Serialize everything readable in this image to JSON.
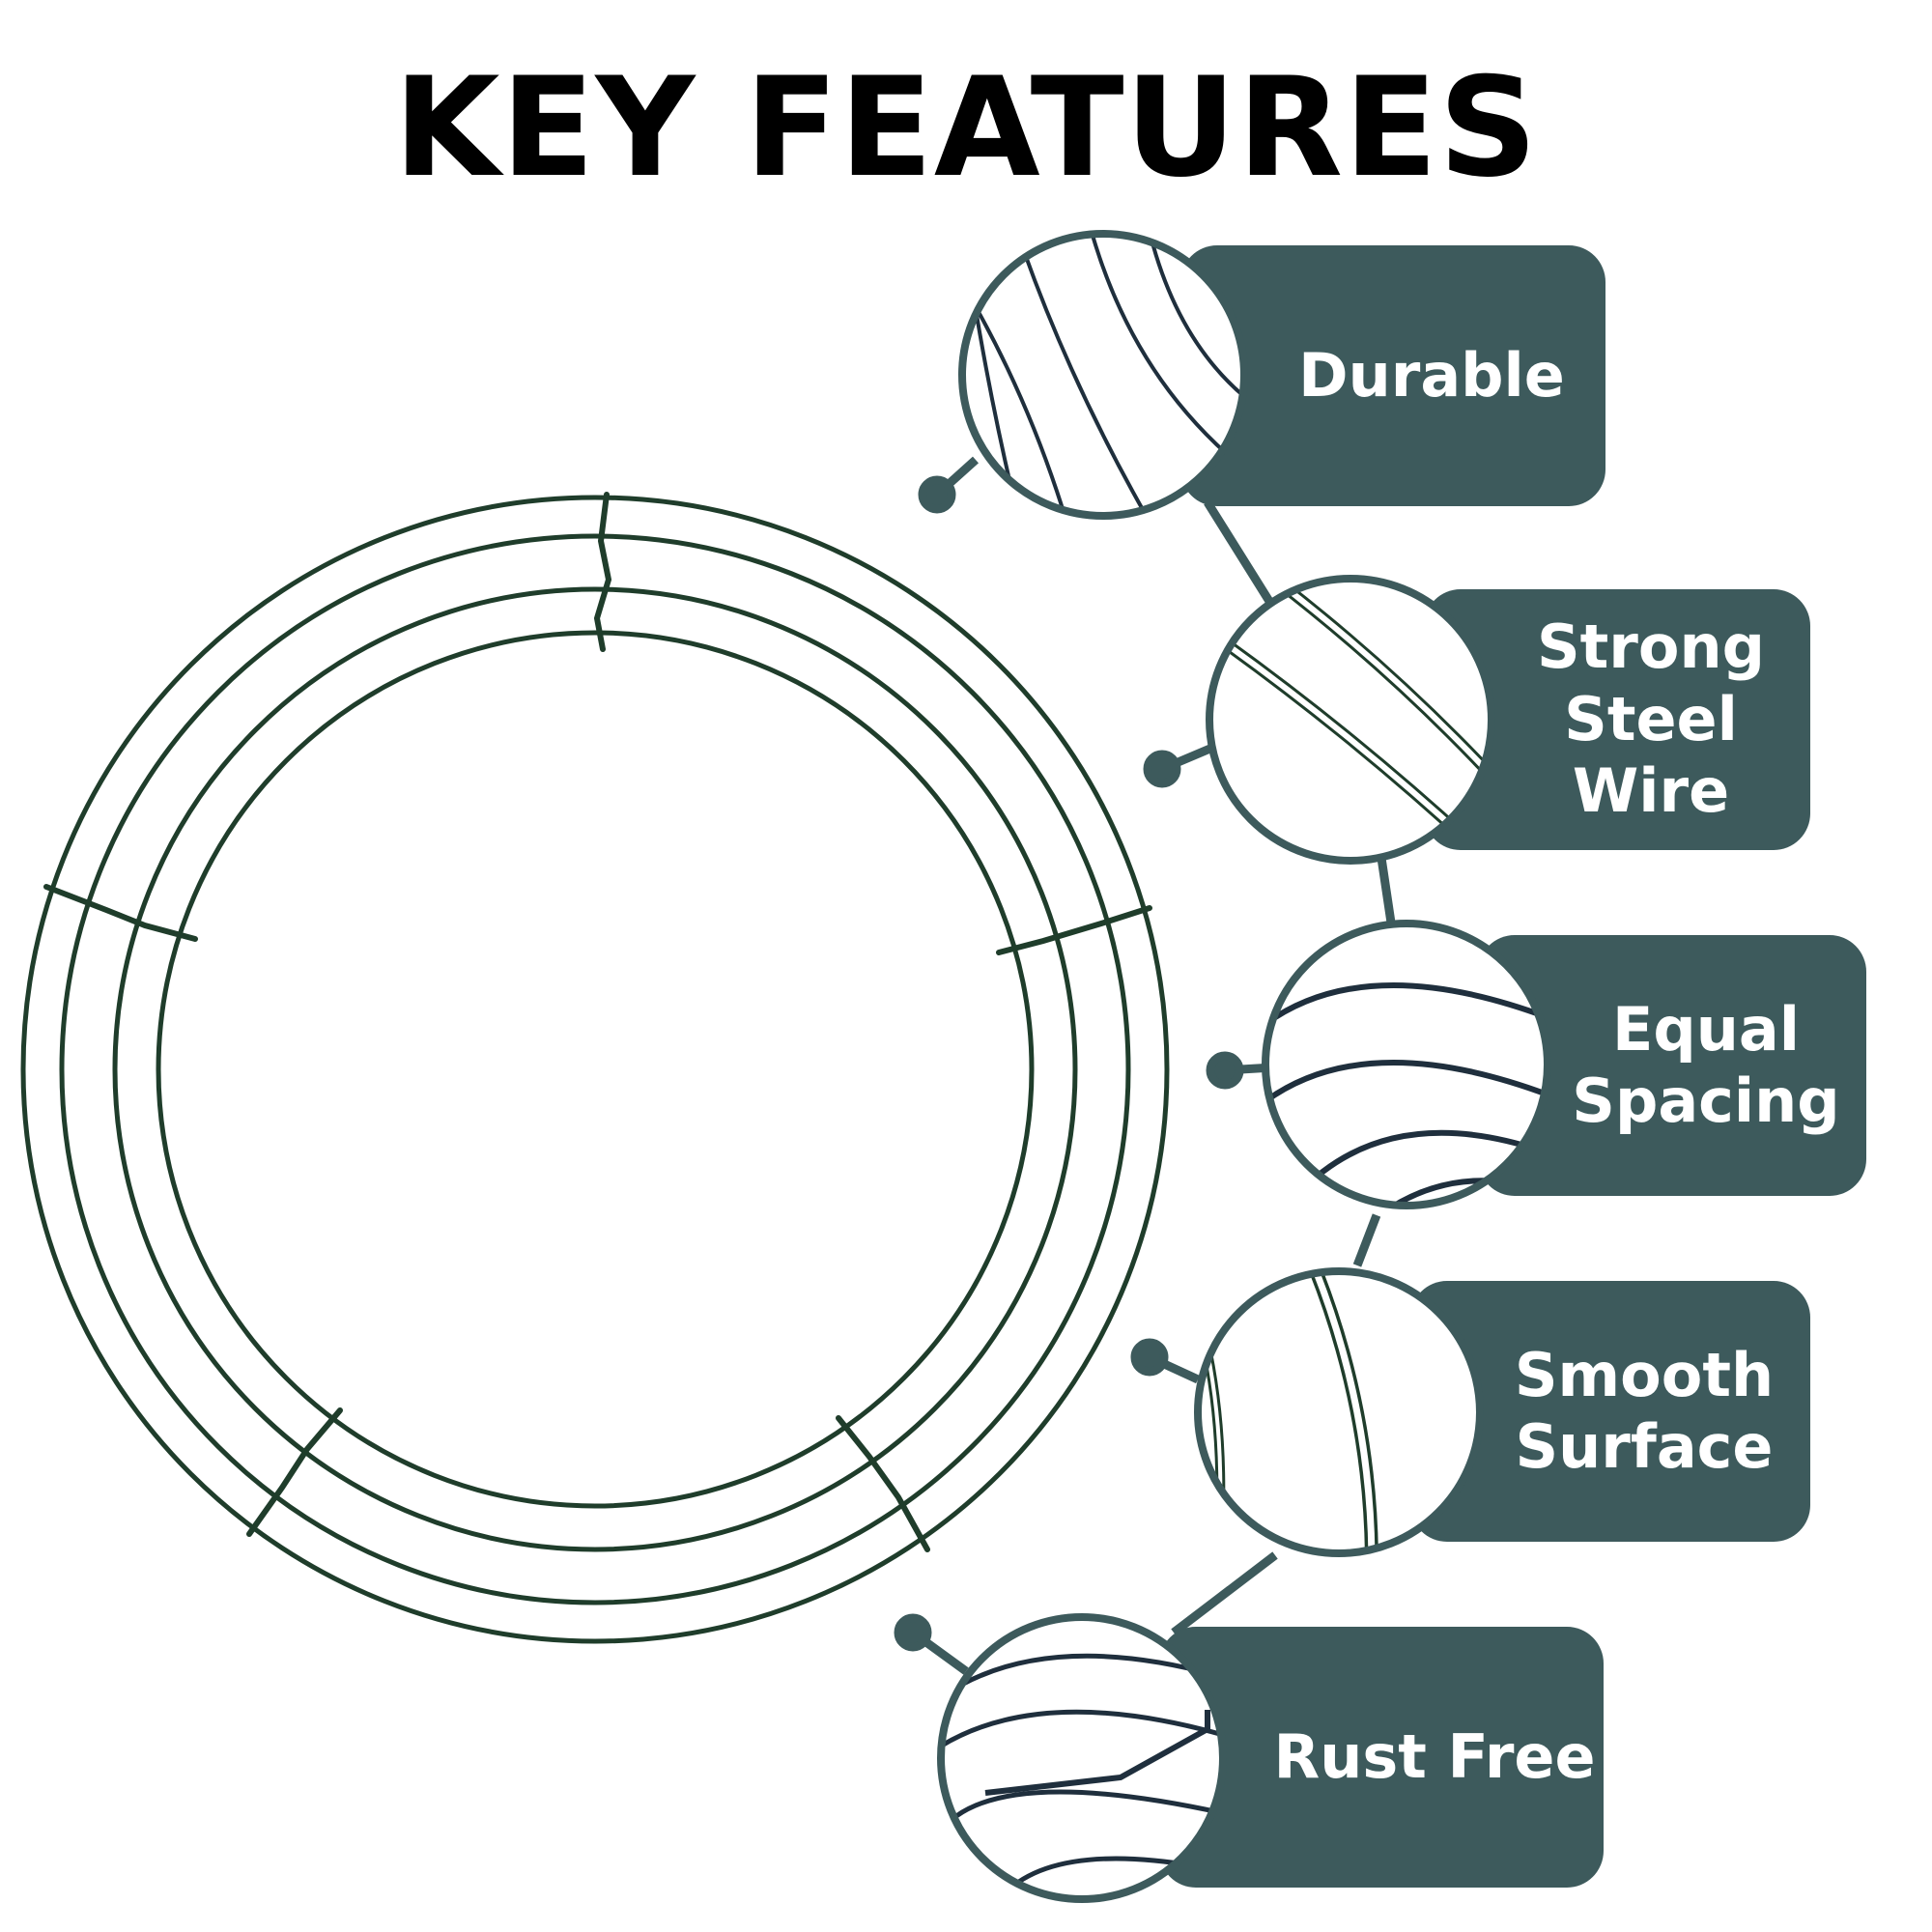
{
  "title": "KEY FEATURES",
  "colors": {
    "accent": "#3d5a5c",
    "wire": "#1f3d2b",
    "background": "#ffffff",
    "label_text": "#ffffff"
  },
  "features": [
    {
      "lines": [
        "Durable"
      ]
    },
    {
      "lines": [
        "Strong",
        "Steel Wire"
      ]
    },
    {
      "lines": [
        "Equal",
        "Spacing"
      ]
    },
    {
      "lines": [
        "Smooth",
        "Surface"
      ]
    },
    {
      "lines": [
        "Rust Free"
      ]
    }
  ]
}
